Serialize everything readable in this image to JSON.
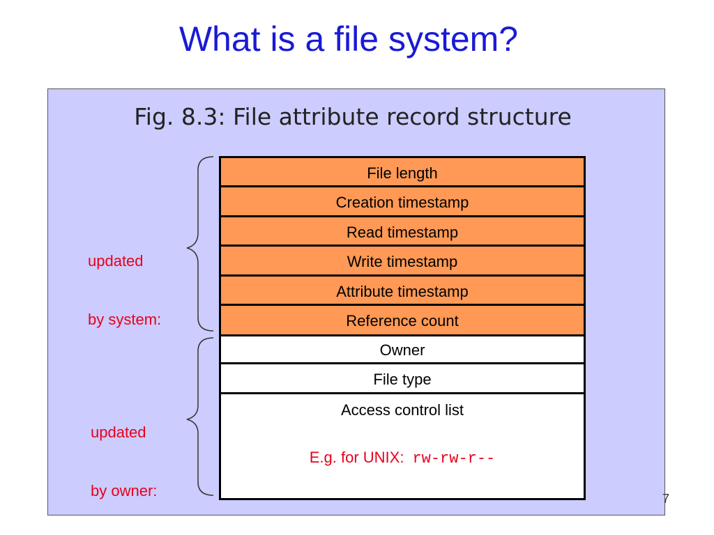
{
  "title": "What is a file system?",
  "figure": {
    "caption": "Fig. 8.3: File attribute record structure",
    "system_fields": [
      "File length",
      "Creation timestamp",
      "Read timestamp",
      "Write timestamp",
      "Attribute timestamp",
      "Reference count"
    ],
    "owner_fields": [
      "Owner",
      "File type",
      "Access control list"
    ],
    "acl_example_label": "E.g. for UNIX:",
    "acl_example_value": "rw-rw-r--",
    "groups": {
      "system_label_line1": "updated",
      "system_label_line2": "by system:",
      "owner_label_line1": "updated",
      "owner_label_line2": "by owner:"
    }
  },
  "page_number": "7",
  "colors": {
    "title": "#1a1ad6",
    "panel": "#ccccff",
    "system_field": "#ff9955",
    "owner_field": "#ffffff",
    "annotation": "#e8001c"
  }
}
